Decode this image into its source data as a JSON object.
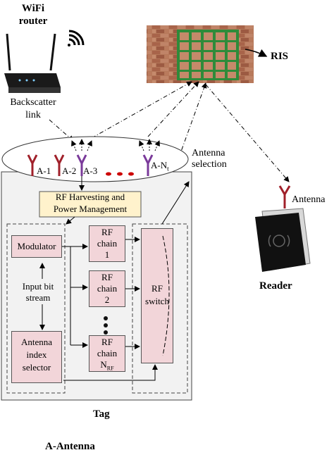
{
  "router": {
    "title_line1": "WiFi",
    "title_line2": "router",
    "caption_line1": "Backscatter",
    "caption_line2": "link"
  },
  "ris": {
    "label": "RIS"
  },
  "reader": {
    "antenna_label": "Antenna",
    "label": "Reader"
  },
  "antenna_selection": {
    "line1": "Antenna",
    "line2": "selection"
  },
  "antennas": {
    "a1": "A-1",
    "a2": "A-2",
    "a3": "A-3",
    "an": "A-N",
    "an_sub": "t"
  },
  "rf_harvest": {
    "line1": "RF Harvesting and",
    "line2": "Power Management"
  },
  "modulator": {
    "label": "Modulator"
  },
  "input_bit": {
    "line1": "Input bit",
    "line2": "stream"
  },
  "antenna_index": {
    "line1": "Antenna",
    "line2": "index",
    "line3": "selector"
  },
  "rf_chain1": {
    "line1": "RF",
    "line2": "chain",
    "line3": "1"
  },
  "rf_chain2": {
    "line1": "RF",
    "line2": "chain",
    "line3": "2"
  },
  "rf_chainN": {
    "line1": "RF",
    "line2": "chain",
    "line3": "N",
    "line3_sub": "RF"
  },
  "rf_switch": {
    "line1": "RF",
    "line2": "switch"
  },
  "tag": {
    "label": "Tag"
  },
  "footer": {
    "label": "A-Antenna"
  },
  "colors": {
    "pink_box": "#f2d5d9",
    "harvest_box": "#fff2cc",
    "tag_bg": "#f2f2f2",
    "antenna_red": "#a0202a",
    "antenna_purple": "#7a3a9a",
    "ris_green": "#2e8b3a",
    "brick": "#b07050"
  }
}
